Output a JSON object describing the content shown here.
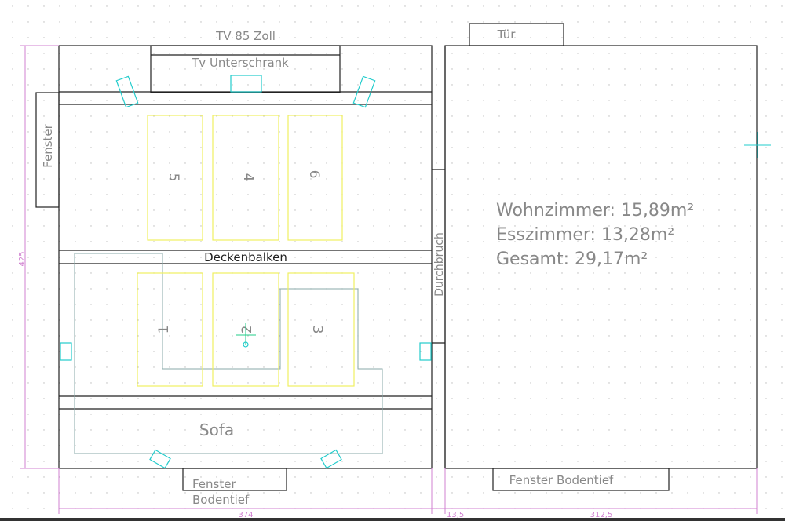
{
  "labels": {
    "tv": "TV 85 Zoll",
    "tv_cabinet": "Tv Unterschrank",
    "door": "Tür",
    "window_left": "Fenster",
    "beam": "Deckenbalken",
    "opening": "Durchbruch",
    "sofa": "Sofa",
    "window_bottom_left_1": "Fenster",
    "window_bottom_left_2": "Bodentief",
    "window_bottom_right": "Fenster Bodentief"
  },
  "seats": [
    "5",
    "4",
    "6",
    "1",
    "2",
    "3"
  ],
  "areas": {
    "living": "Wohnzimmer: 15,89m²",
    "dining": "Esszimmer: 13,28m²",
    "total": "Gesamt: 29,17m²"
  },
  "dimensions": {
    "height": "425",
    "width_left": "374",
    "width_wall": "13,5",
    "width_right": "312,5"
  },
  "colors": {
    "walls": "#222222",
    "seats": "#f0f060",
    "speakers": "#22cccc",
    "dimensions": "#d080d0"
  }
}
